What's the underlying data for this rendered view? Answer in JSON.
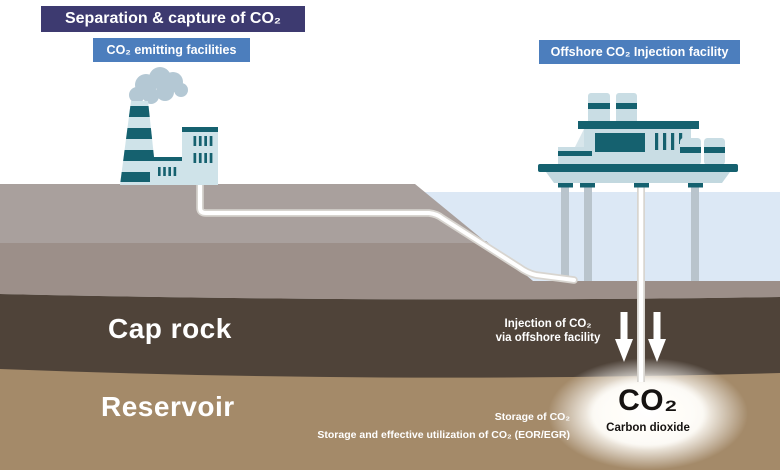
{
  "banners": {
    "title": "Separation & capture of CO₂",
    "left": "CO₂ emitting facilities",
    "right": "Offshore CO₂ Injection facility"
  },
  "layers": {
    "cap_rock_label": "Cap rock",
    "reservoir_label": "Reservoir"
  },
  "annotations": {
    "injection_line1": "Injection of CO₂",
    "injection_line2": "via offshore facility",
    "co2_big": "CO₂",
    "co2_caption": "Carbon dioxide",
    "storage_line1": "Storage of CO₂",
    "storage_line2": "Storage and effective utilization of CO₂ (EOR/EGR)"
  },
  "icons": {
    "factory": "factory-icon",
    "smoke": "smoke-cloud-icon",
    "chimney": "striped-chimney-icon",
    "platform": "offshore-platform-icon",
    "pipeline": "subsea-pipeline",
    "injection_pipe": "injection-pipe",
    "arrows": "down-arrows-icon",
    "glow": "co2-storage-glow"
  },
  "colors": {
    "title_banner_bg": "#3d3a70",
    "sub_banner_bg": "#4c7ebd",
    "teal_dark": "#15616f",
    "facility_light": "#cfe3e9",
    "platform_body": "#c9dde4",
    "smoke": "#b4c8d4",
    "water": "#dce8f5",
    "ground_top": "#a9a09d",
    "ground_mid": "#9c8f89",
    "cap_rock": "#4f4339",
    "reservoir": "#a48a69",
    "pipe_outline": "#d8d5d0",
    "pipe_fill": "#ffffff",
    "label_text": "#ffffff",
    "co2_text": "#161311"
  }
}
